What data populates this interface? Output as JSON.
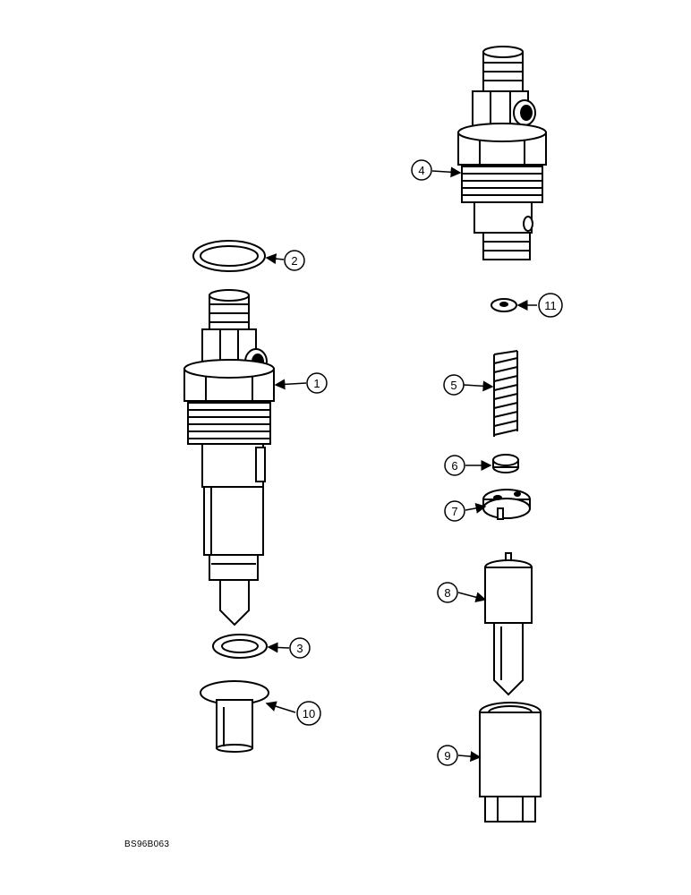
{
  "figure_code": "BS96B063",
  "callouts": [
    {
      "id": "c1",
      "label": "1",
      "part": "injector-assembly"
    },
    {
      "id": "c2",
      "label": "2",
      "part": "upper-seal-ring"
    },
    {
      "id": "c3",
      "label": "3",
      "part": "lower-washer"
    },
    {
      "id": "c4",
      "label": "4",
      "part": "injector-body"
    },
    {
      "id": "c5",
      "label": "5",
      "part": "spring"
    },
    {
      "id": "c6",
      "label": "6",
      "part": "spring-seat"
    },
    {
      "id": "c7",
      "label": "7",
      "part": "intermediate-plate"
    },
    {
      "id": "c8",
      "label": "8",
      "part": "nozzle"
    },
    {
      "id": "c9",
      "label": "9",
      "part": "nozzle-nut"
    },
    {
      "id": "c10",
      "label": "10",
      "part": "sleeve"
    },
    {
      "id": "c11",
      "label": "11",
      "part": "shim"
    }
  ]
}
